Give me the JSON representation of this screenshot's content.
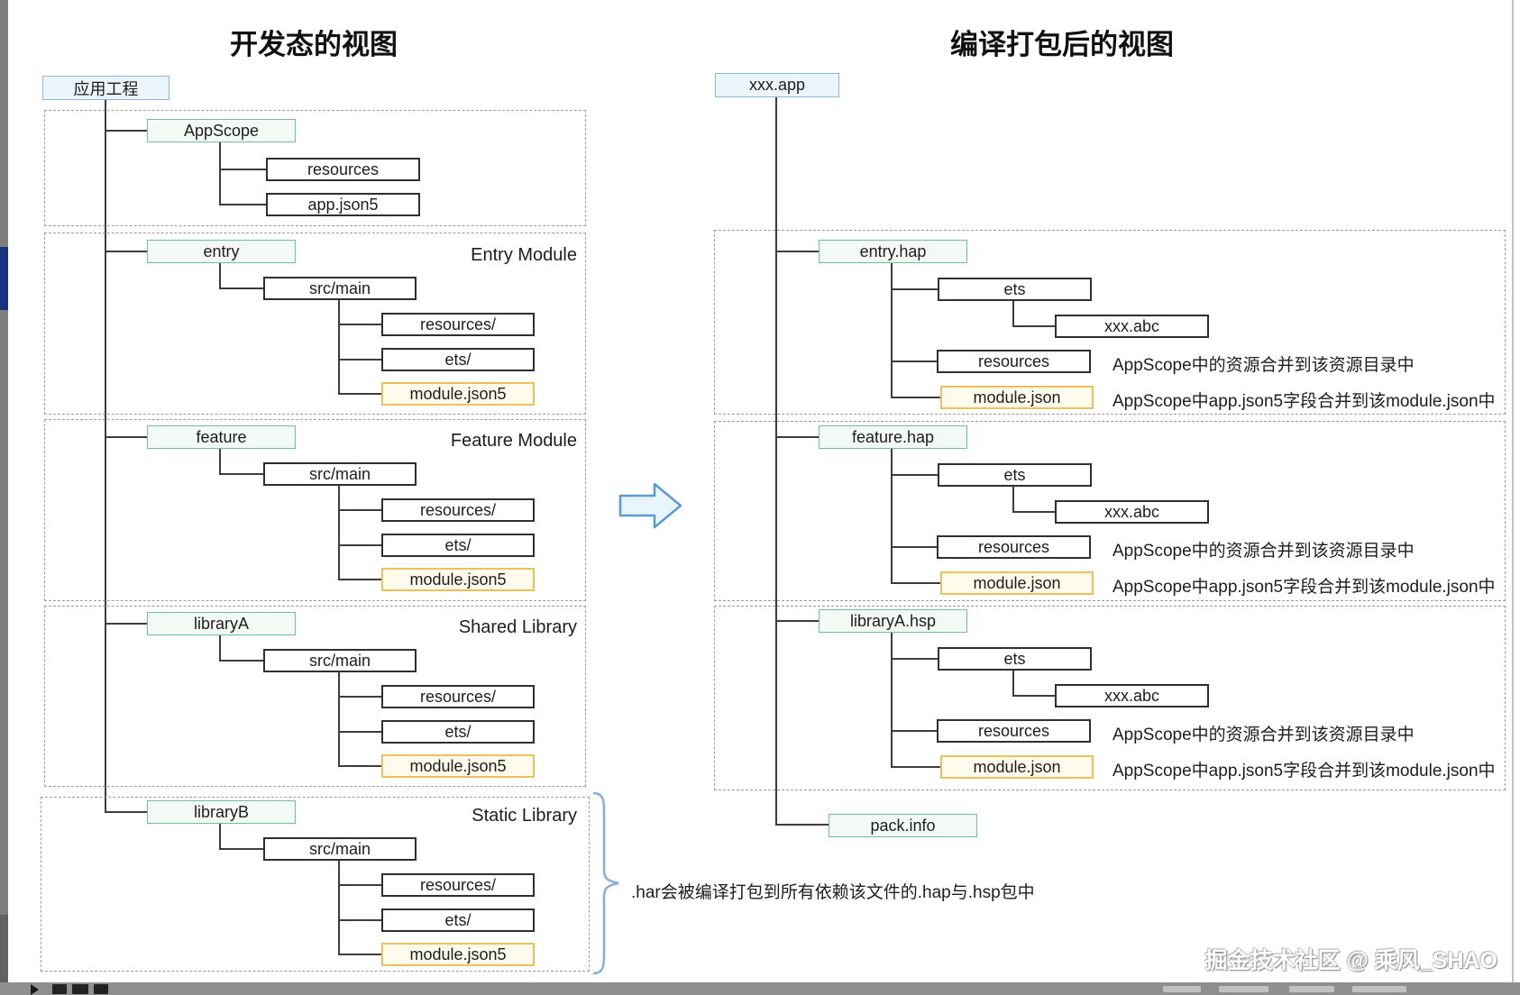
{
  "titles": {
    "left": "开发态的视图",
    "right": "编译打包后的视图"
  },
  "left_tree": {
    "root": "应用工程",
    "appscope": {
      "node": "AppScope",
      "children": [
        "resources",
        "app.json5"
      ]
    },
    "modules": [
      {
        "node": "entry",
        "type_label": "Entry Module",
        "dir": "src/main",
        "children": [
          "resources/",
          "ets/",
          "module.json5"
        ]
      },
      {
        "node": "feature",
        "type_label": "Feature Module",
        "dir": "src/main",
        "children": [
          "resources/",
          "ets/",
          "module.json5"
        ]
      },
      {
        "node": "libraryA",
        "type_label": "Shared Library",
        "dir": "src/main",
        "children": [
          "resources/",
          "ets/",
          "module.json5"
        ]
      },
      {
        "node": "libraryB",
        "type_label": "Static Library",
        "dir": "src/main",
        "children": [
          "resources/",
          "ets/",
          "module.json5"
        ]
      }
    ]
  },
  "right_tree": {
    "root": "xxx.app",
    "packages": [
      {
        "node": "entry.hap",
        "ets": "ets",
        "abc": "xxx.abc",
        "resources": "resources",
        "module_json": "module.json",
        "resources_note": "AppScope中的资源合并到该资源目录中",
        "module_note": "AppScope中app.json5字段合并到该module.json中"
      },
      {
        "node": "feature.hap",
        "ets": "ets",
        "abc": "xxx.abc",
        "resources": "resources",
        "module_json": "module.json",
        "resources_note": "AppScope中的资源合并到该资源目录中",
        "module_note": "AppScope中app.json5字段合并到该module.json中"
      },
      {
        "node": "libraryA.hsp",
        "ets": "ets",
        "abc": "xxx.abc",
        "resources": "resources",
        "module_json": "module.json",
        "resources_note": "AppScope中的资源合并到该资源目录中",
        "module_note": "AppScope中app.json5字段合并到该module.json中"
      }
    ],
    "pack_info": "pack.info"
  },
  "annotations": {
    "har_note": ".har会被编译打包到所有依赖该文件的.hap与.hsp包中"
  },
  "watermark": "掘金技术社区 @ 乘风_SHAO",
  "colors": {
    "node_blue_border": "#88b4e0",
    "node_blue_fill": "#ecf5fc",
    "node_green_border": "#6fc096",
    "node_green_fill": "#f3faf6",
    "node_yellow_border": "#edc15a",
    "node_yellow_fill": "#fefaec",
    "connector": "#3d3d3d",
    "dashed_group": "#9c9c9c",
    "brace_blue": "#85aede",
    "arrow_blue": "#5b9bd5",
    "navy_strip": "#16327e"
  }
}
